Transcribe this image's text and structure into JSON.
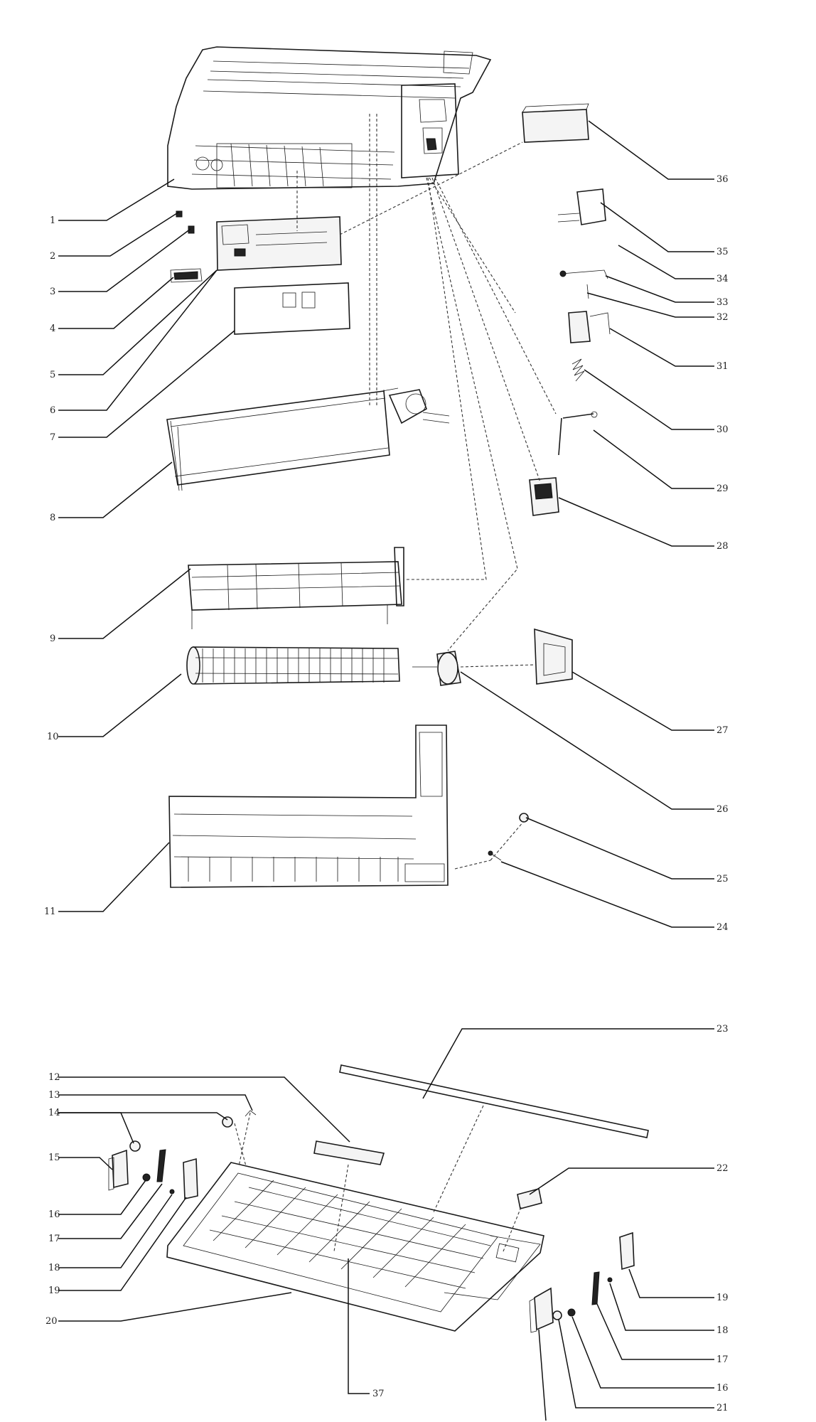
{
  "callouts": {
    "c1": "1",
    "c2": "2",
    "c3": "3",
    "c4": "4",
    "c5": "5",
    "c6": "6",
    "c7": "7",
    "c8": "8",
    "c9": "9",
    "c10": "10",
    "c11": "11",
    "c12": "12",
    "c13": "13",
    "c14": "14",
    "c15": "15",
    "c16a": "16",
    "c17a": "17",
    "c18a": "18",
    "c19a": "19",
    "c20": "20",
    "c21": "21",
    "c22": "22",
    "c23": "23",
    "c24": "24",
    "c25": "25",
    "c26": "26",
    "c27": "27",
    "c28": "28",
    "c29": "29",
    "c30": "30",
    "c31": "31",
    "c32": "32",
    "c33": "33",
    "c34": "34",
    "c35": "35",
    "c36": "36",
    "c37": "37",
    "c16b": "16",
    "c17b": "17",
    "c18b": "18",
    "c19b": "19"
  }
}
